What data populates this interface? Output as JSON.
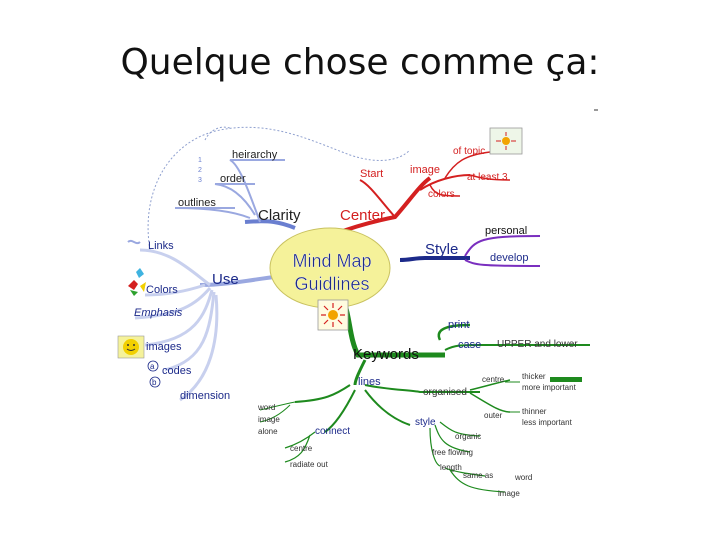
{
  "slide": {
    "title": "Quelque chose comme ça:"
  },
  "mindmap": {
    "center": {
      "line1": "Mind Map",
      "line2": "Guidlines"
    },
    "clarity": {
      "label": "Clarity",
      "items": [
        "heirarchy",
        "order",
        "outlines"
      ],
      "small": [
        "1",
        "2",
        "3"
      ]
    },
    "center_branch": {
      "label": "Center",
      "items": [
        "Start",
        "image",
        "of topic",
        "at least 3",
        "colors"
      ]
    },
    "style": {
      "label": "Style",
      "items": [
        "personal",
        "develop"
      ]
    },
    "use": {
      "label": "Use",
      "items": [
        "Links",
        "Colors",
        "Emphasis",
        "images",
        "codes",
        "dimension"
      ],
      "codes_marks": [
        "a",
        "b"
      ]
    },
    "keywords": {
      "label": "Keywords",
      "items": [
        "print",
        "case",
        "UPPER and lower",
        "lines",
        "organised",
        "centre",
        "outer",
        "thicker",
        "more important",
        "thinner",
        "less important",
        "style",
        "organic",
        "free flowing",
        "length",
        "same as",
        "word",
        "image",
        "connect",
        "centre",
        "radiate out",
        "word",
        "image",
        "alone"
      ]
    },
    "colors": {
      "clarity": "#6a7fd0",
      "center": "#d42020",
      "style": "#1c2a8a",
      "style_sub": "#7a2fbf",
      "use": "#9aa8e0",
      "keywords": "#1e8a1e",
      "light": "#c8d0ee",
      "bubble": "#f5f29a"
    }
  }
}
